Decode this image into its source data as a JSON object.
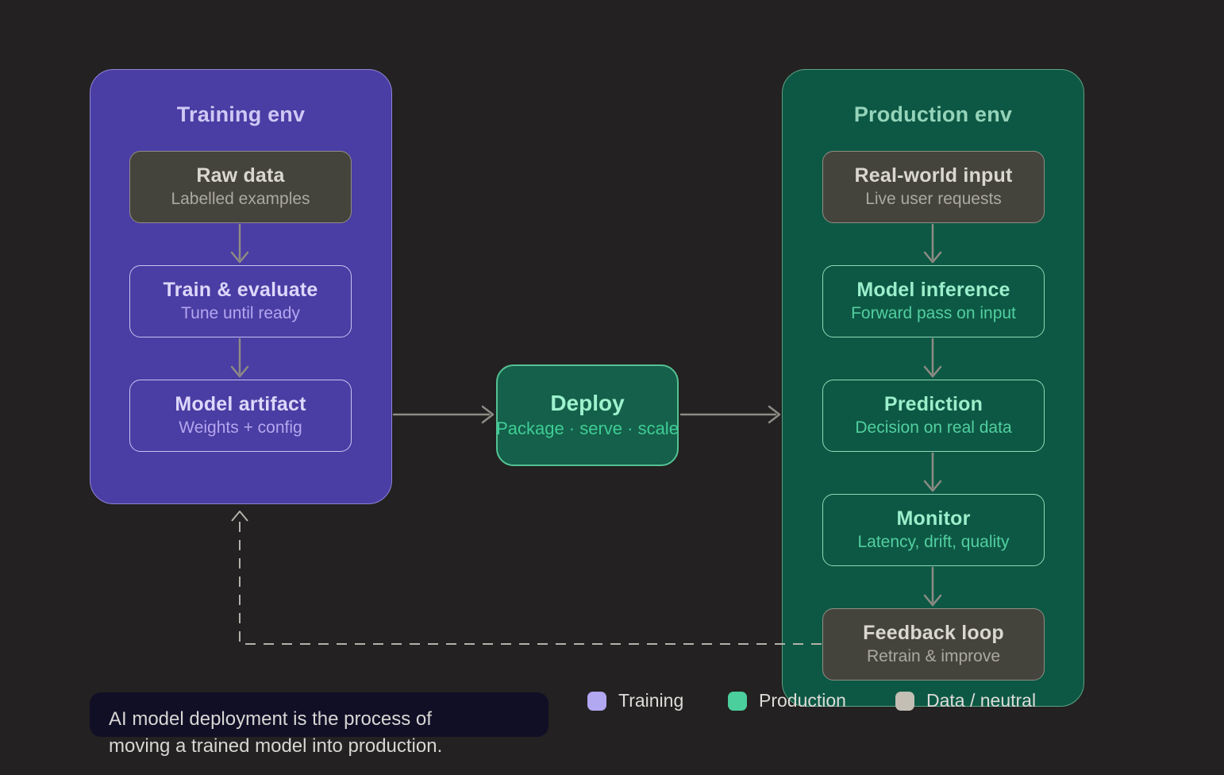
{
  "colors": {
    "background": "#232121",
    "training_fill": "#4a3da3",
    "training_border": "#8d83d6",
    "production_fill": "#0d5844",
    "production_border": "#5da183",
    "data_node_fill": "#45443c",
    "deploy_fill": "#15604a",
    "deploy_border": "#54c295",
    "arrow": "#8d8b84",
    "dashed_arrow": "#b3b1aa",
    "caption_fill": "#110f26"
  },
  "training_panel": {
    "title": "Training env",
    "boxes": [
      {
        "title": "Raw data",
        "subtitle": "Labelled examples"
      },
      {
        "title": "Train & evaluate",
        "subtitle": "Tune until ready"
      },
      {
        "title": "Model artifact",
        "subtitle": "Weights + config"
      }
    ]
  },
  "deploy": {
    "title": "Deploy",
    "subtitle": "Package · serve · scale"
  },
  "production_panel": {
    "title": "Production env",
    "boxes": [
      {
        "title": "Real-world input",
        "subtitle": "Live user requests"
      },
      {
        "title": "Model inference",
        "subtitle": "Forward pass on input"
      },
      {
        "title": "Prediction",
        "subtitle": "Decision on real data"
      },
      {
        "title": "Monitor",
        "subtitle": "Latency, drift, quality"
      },
      {
        "title": "Feedback loop",
        "subtitle": "Retrain & improve"
      }
    ]
  },
  "legend": {
    "items": [
      {
        "label": "Training",
        "color": "#b2a7f1"
      },
      {
        "label": "Production",
        "color": "#4bcf9c"
      },
      {
        "label": "Data / neutral",
        "color": "#c3bfb5"
      }
    ]
  },
  "caption": {
    "lines": [
      "AI model deployment is the process of",
      "moving a trained model into production."
    ]
  }
}
